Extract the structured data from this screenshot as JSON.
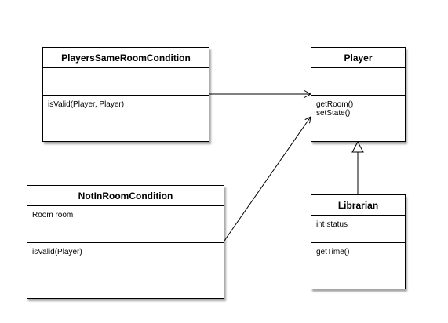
{
  "classes": {
    "players_same_room_condition": {
      "name": "PlayersSameRoomCondition",
      "attributes": [],
      "methods": [
        "isValid(Player, Player)"
      ]
    },
    "player": {
      "name": "Player",
      "attributes": [],
      "methods": [
        "getRoom()",
        "setState()"
      ]
    },
    "not_in_room_condition": {
      "name": "NotInRoomCondition",
      "attributes": [
        "Room room"
      ],
      "methods": [
        "isValid(Player)"
      ]
    },
    "librarian": {
      "name": "Librarian",
      "attributes": [
        "int status"
      ],
      "methods": [
        "getTime()"
      ]
    }
  },
  "relationships": [
    {
      "from": "PlayersSameRoomCondition",
      "to": "Player",
      "type": "association"
    },
    {
      "from": "NotInRoomCondition",
      "to": "Player",
      "type": "association"
    },
    {
      "from": "Librarian",
      "to": "Player",
      "type": "generalization"
    }
  ]
}
